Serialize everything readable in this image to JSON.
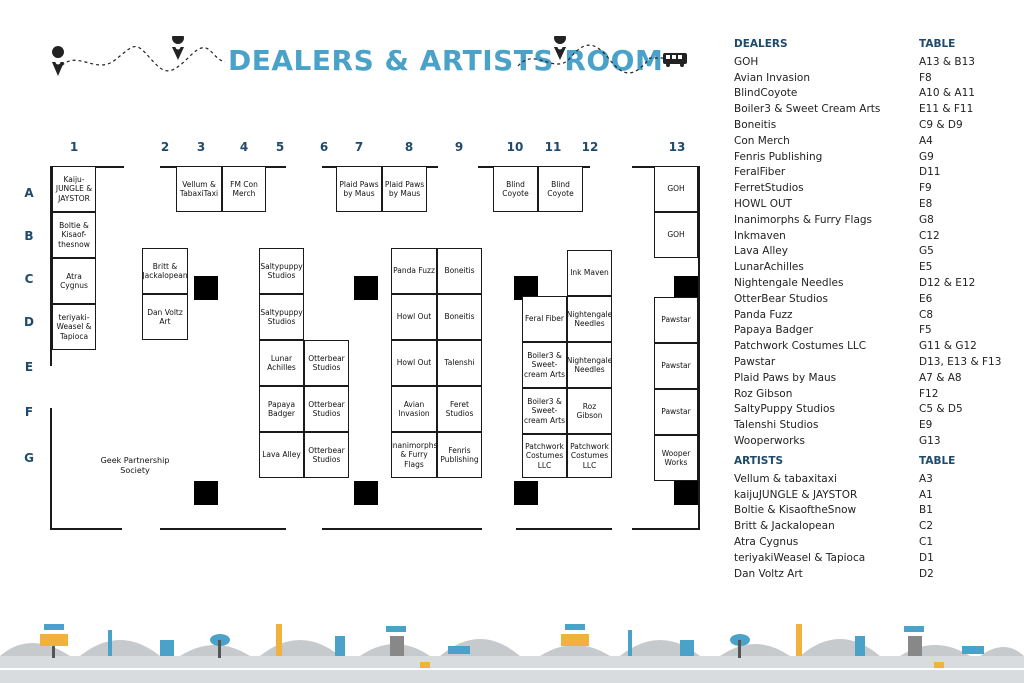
{
  "title": "DEALERS & ARTISTS ROOM",
  "colors": {
    "accent": "#4aa2c9",
    "navy": "#1e4a6b",
    "ink": "#1a1a1a"
  },
  "icons": {
    "pin": "map-pin-icon",
    "bus": "bus-icon"
  },
  "columns": [
    "1",
    "2",
    "3",
    "4",
    "5",
    "6",
    "7",
    "8",
    "9",
    "10",
    "11",
    "12",
    "13"
  ],
  "rows": [
    "A",
    "B",
    "C",
    "D",
    "E",
    "F",
    "G"
  ],
  "booths": {
    "a1": "Kaiju-JUNGLE & JAYSTOR",
    "b1": "Boltie & Kisaof-thesnow",
    "c1": "Atra Cygnus",
    "d1": "teriyaki-Weasel & Tapioca",
    "a3": "Vellum & TabaxiTaxi",
    "a4": "FM Con Merch",
    "a7": "Plaid Paws by Maus",
    "a8": "Plaid Paws by Maus",
    "a10": "Blind Coyote",
    "a11": "Blind Coyote",
    "a13": "GOH",
    "b13": "GOH",
    "c2": "Britt & Jackalopean",
    "d2": "Dan Voltz Art",
    "c5": "Saltypuppy Studios",
    "d5": "Saltypuppy Studios",
    "e5": "Lunar Achilles",
    "f5": "Papaya Badger",
    "g5": "Lava Alley",
    "e6": "Otterbear Studios",
    "f6": "Otterbear Studios",
    "g6": "Otterbear Studios",
    "c8": "Panda Fuzz",
    "d8": "Howl Out",
    "e8": "Howl Out",
    "f8": "Avian Invasion",
    "g8": "Inanimorphs & Furry Flags",
    "c9": "Boneitis",
    "d9": "Boneitis",
    "e9": "Talenshi",
    "f9": "Feret Studios",
    "g9": "Fenris Publishing",
    "c12": "Ink Maven",
    "d11": "Feral Fiber",
    "d12": "Nightengale Needles",
    "e11": "Boiler3 & Sweet-cream Arts",
    "e12": "Nightengale Needles",
    "f11": "Boiler3 & Sweet-cream Arts",
    "f12": "Roz Gibson",
    "g11": "Patchwork Costumes LLC",
    "g12": "Patchwork Costumes LLC",
    "d13": "Pawstar",
    "e13": "Pawstar",
    "f13": "Pawstar",
    "g13": "Wooper Works"
  },
  "area_label": "Geek Partnership Society",
  "dealers": {
    "header_name": "DEALERS",
    "header_table": "TABLE",
    "items": [
      {
        "name": "GOH",
        "table": "A13 & B13"
      },
      {
        "name": "Avian Invasion",
        "table": "F8"
      },
      {
        "name": "BlindCoyote",
        "table": "A10 & A11"
      },
      {
        "name": "Boiler3 & Sweet Cream Arts",
        "table": "E11 & F11"
      },
      {
        "name": "Boneitis",
        "table": "C9 & D9"
      },
      {
        "name": "Con Merch",
        "table": "A4"
      },
      {
        "name": "Fenris Publishing",
        "table": "G9"
      },
      {
        "name": "FeralFiber",
        "table": "D11"
      },
      {
        "name": "FerretStudios",
        "table": "F9"
      },
      {
        "name": "HOWL OUT",
        "table": "E8"
      },
      {
        "name": "Inanimorphs & Furry Flags",
        "table": "G8"
      },
      {
        "name": "Inkmaven",
        "table": "C12"
      },
      {
        "name": "Lava Alley",
        "table": "G5"
      },
      {
        "name": "LunarAchilles",
        "table": "E5"
      },
      {
        "name": "Nightengale Needles",
        "table": "D12 & E12"
      },
      {
        "name": "OtterBear Studios",
        "table": "E6"
      },
      {
        "name": "Panda Fuzz",
        "table": "C8"
      },
      {
        "name": "Papaya Badger",
        "table": "F5"
      },
      {
        "name": "Patchwork Costumes LLC",
        "table": "G11 & G12"
      },
      {
        "name": "Pawstar",
        "table": "D13, E13 & F13"
      },
      {
        "name": "Plaid Paws by Maus",
        "table": "A7 & A8"
      },
      {
        "name": "Roz Gibson",
        "table": "F12"
      },
      {
        "name": "SaltyPuppy Studios",
        "table": "C5 & D5"
      },
      {
        "name": "Talenshi Studios",
        "table": "E9"
      },
      {
        "name": "Wooperworks",
        "table": "G13"
      }
    ]
  },
  "artists": {
    "header_name": "ARTISTS",
    "header_table": "TABLE",
    "items": [
      {
        "name": "Vellum & tabaxitaxi",
        "table": "A3"
      },
      {
        "name": "kaijuJUNGLE & JAYSTOR",
        "table": "A1"
      },
      {
        "name": "Boltie & KisaoftheSnow",
        "table": "B1"
      },
      {
        "name": "Britt & Jackalopean",
        "table": "C2"
      },
      {
        "name": "Atra Cygnus",
        "table": "C1"
      },
      {
        "name": "teriyakiWeasel & Tapioca",
        "table": "D1"
      },
      {
        "name": "Dan Voltz Art",
        "table": "D2"
      }
    ]
  }
}
